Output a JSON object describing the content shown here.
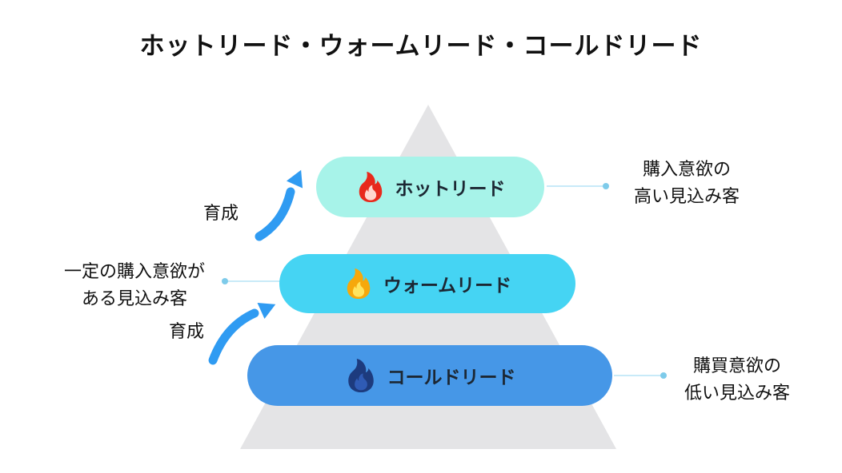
{
  "title": "ホットリード・ウォームリード・コールドリード",
  "levels": [
    {
      "name": "hot",
      "label": "ホットリード",
      "bg": "#a7f3e9",
      "flame_outer": "#e8291c",
      "flame_inner": "#ffd7cf"
    },
    {
      "name": "warm",
      "label": "ウォームリード",
      "bg": "#45d4f3",
      "flame_outer": "#f6a80b",
      "flame_inner": "#ffe45e"
    },
    {
      "name": "cold",
      "label": "コールドリード",
      "bg": "#4697e7",
      "flame_outer": "#1d3b7e",
      "flame_inner": "#2f5bb5"
    }
  ],
  "annotations": {
    "hot": {
      "line1": "購入意欲の",
      "line2": "高い見込み客"
    },
    "warm": {
      "line1": "一定の購入意欲が",
      "line2": "ある見込み客"
    },
    "cold": {
      "line1": "購買意欲の",
      "line2": "低い見込み客"
    }
  },
  "nurture_label": "育成",
  "colors": {
    "triangle": "#e4e4e6",
    "connector_line": "#b5e3f5",
    "connector_dot": "#7ecbea",
    "arrow": "#2f9bf2",
    "text": "#111111",
    "pill_text": "#1c2733"
  }
}
